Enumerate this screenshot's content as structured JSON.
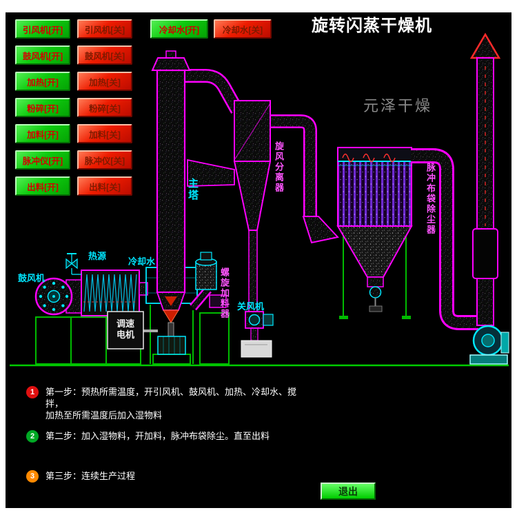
{
  "title": "旋转闪蒸干燥机",
  "watermark": "元泽干燥",
  "control_panel": {
    "rows": [
      {
        "on": "引风机[开]",
        "off": "引风机[关]"
      },
      {
        "on": "鼓风机[开]",
        "off": "鼓风机[关]"
      },
      {
        "on": "加热[开]",
        "off": "加热[关]"
      },
      {
        "on": "粉碎[开]",
        "off": "粉碎[关]"
      },
      {
        "on": "加料[开]",
        "off": "加料[关]"
      },
      {
        "on": "脉冲仪[开]",
        "off": "脉冲仪[关]"
      },
      {
        "on": "出料[开]",
        "off": "出料[关]"
      }
    ],
    "cooling": {
      "on": "冷却水[开]",
      "off": "冷却水[关]"
    }
  },
  "diagram": {
    "labels": {
      "main_tower": "主塔",
      "cyclone_separator": "旋风分离器",
      "cooling_water": "冷却水",
      "heat_source": "热源",
      "blower": "鼓风机",
      "speed_motor": "调速电机",
      "screw_feeder": "螺旋加料器",
      "rotary_airlock": "关风机",
      "pulse_bag_filter": "脉冲布袋除尘器"
    }
  },
  "steps": [
    {
      "num": "1",
      "lines": [
        "第一步：预热所需温度，开引风机、鼓风机、加热、冷却水、搅",
        "拌，",
        "加热至所需温度后加入湿物料"
      ]
    },
    {
      "num": "2",
      "lines": [
        "第二步：加入湿物料，开加料，脉冲布袋除尘。直至出料"
      ]
    },
    {
      "num": "3",
      "lines": [
        "第三步：连续生产过程"
      ]
    }
  ],
  "exit_button": "退出",
  "colors": {
    "on_button": "#0ecb0e",
    "off_button": "#ee1c00",
    "pipe_outline": "#ff00ff",
    "label_cyan": "#00e5ff",
    "label_magenta": "#ff55ff",
    "ground_green": "#00cc00",
    "step1_badge": "#e01010",
    "step2_badge": "#00a824",
    "step3_badge": "#ff8a00"
  }
}
